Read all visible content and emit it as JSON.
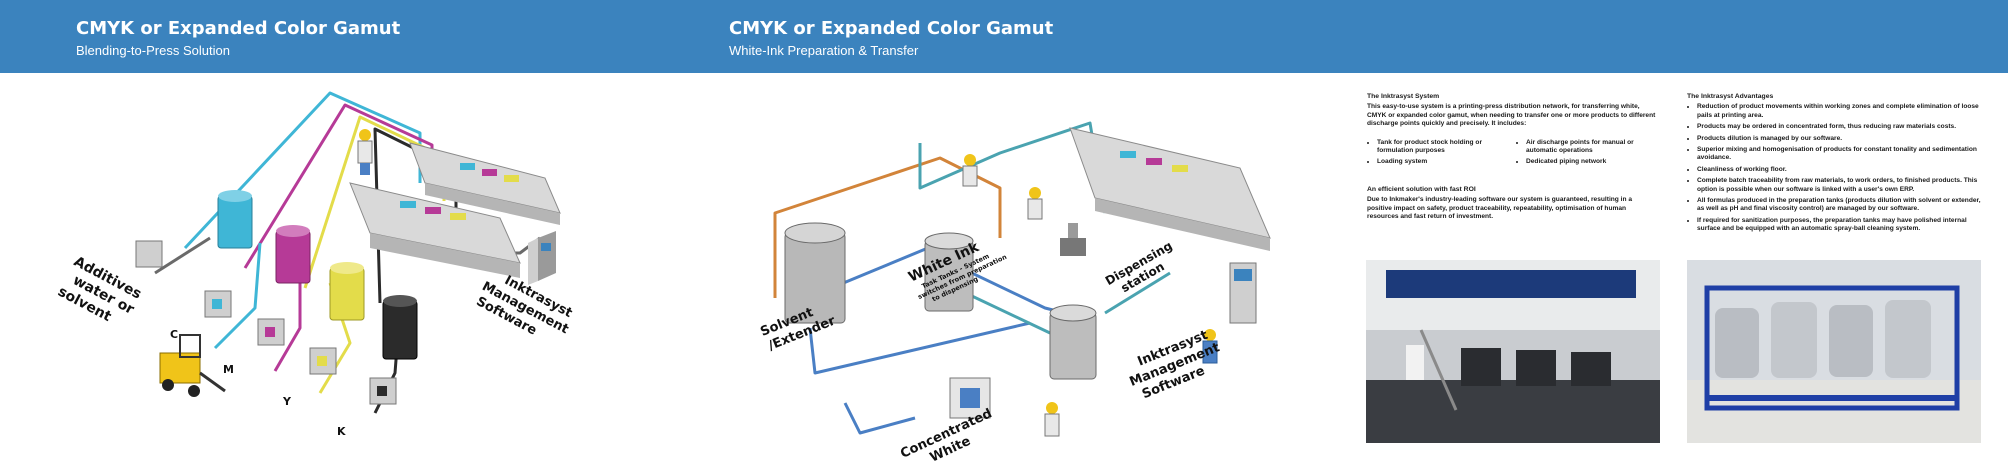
{
  "left_page": {
    "title": "CMYK or Expanded Color Gamut",
    "subtitle": "Blending-to-Press Solution",
    "labels": {
      "additives_1": "Additives",
      "additives_2": "water or",
      "additives_3": "solvent",
      "c": "C",
      "m": "M",
      "y": "Y",
      "k": "K",
      "inktrasyst_1": "Inktrasyst",
      "inktrasyst_2": "Management",
      "inktrasyst_3": "Software"
    }
  },
  "middle_page": {
    "title": "CMYK or Expanded Color Gamut",
    "subtitle": "White-Ink Preparation & Transfer",
    "labels": {
      "solvent_1": "Solvent",
      "solvent_2": "/Extender",
      "white_ink": "White Ink",
      "white_ink_note_1": "Task Tanks - System",
      "white_ink_note_2": "switches from preparation",
      "white_ink_note_3": "to dispensing",
      "concentrated_1": "Concentrated",
      "concentrated_2": "White",
      "dispensing_1": "Dispensing",
      "dispensing_2": "station",
      "inktrasyst_1": "Inktrasyst",
      "inktrasyst_2": "Management",
      "inktrasyst_3": "Software"
    }
  },
  "right_page": {
    "system": {
      "heading": "The Inktrasyst System",
      "intro": "This easy-to-use system is a printing-press distribution network, for transferring white, CMYK or expanded color gamut, when needing to transfer one or more products to different discharge points quickly and precisely. It includes:",
      "bullets_left": [
        "Tank for product stock holding or formulation purposes",
        "Loading system"
      ],
      "bullets_right": [
        "Air discharge points for manual or automatic operations",
        "Dedicated piping network"
      ]
    },
    "roi": {
      "heading": "An efficient solution with fast ROI",
      "text": "Due to Inkmaker's industry-leading software our system is guaranteed, resulting in a positive impact on safety, product traceability, repeatability, optimisation of human resources and fast return of investment."
    },
    "advantages": {
      "heading": "The Inktrasyst Advantages",
      "bullets": [
        "Reduction of product movements within working zones and complete elimination of loose pails at printing area.",
        "Products may be ordered in concentrated form, thus reducing raw materials costs.",
        "Products dilution is managed by our software.",
        "Superior mixing and homogenisation of products for constant tonality and sedimentation avoidance.",
        "Cleanliness of working floor.",
        "Complete batch traceability from raw materials, to work orders, to finished products. This option is possible when our software is linked with a user's own ERP.",
        "All formulas produced in the preparation tanks (products dilution with solvent or extender, as well as pH and final viscosity control) are managed by our software.",
        "If required for sanitization purposes, the preparation tanks may have polished internal surface and be equipped with an automatic spray-ball cleaning system."
      ]
    }
  },
  "colors": {
    "band": "#3b83be",
    "cyan": "#3fb6d6",
    "magenta": "#b63a97",
    "yellow": "#e3dc4a",
    "black": "#2b2b2b",
    "pipe_orange": "#d2843a",
    "pipe_blue": "#4a7fc4",
    "pipe_teal": "#4aa3b0"
  }
}
